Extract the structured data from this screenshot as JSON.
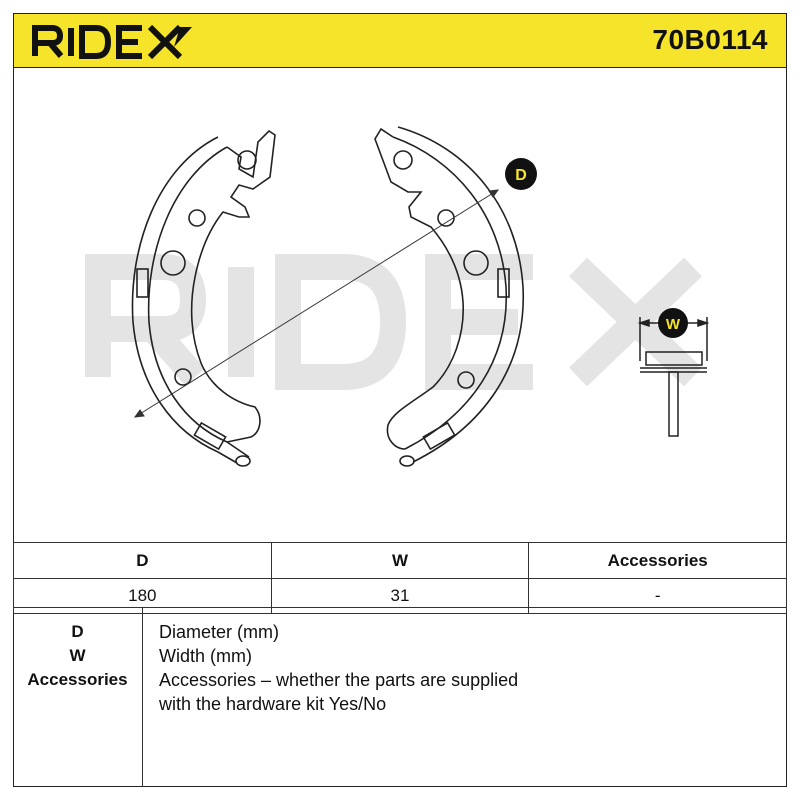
{
  "brand": {
    "logo_text": "RIDEX",
    "part_number": "70B0114",
    "accent_color": "#f5e42a"
  },
  "drawing": {
    "watermark": "RIDEX",
    "dimension_d": "D",
    "dimension_w": "W"
  },
  "spec_table": {
    "headers": [
      "D",
      "W",
      "Accessories"
    ],
    "values": [
      "180",
      "31",
      "-"
    ]
  },
  "legend": {
    "keys": [
      "D",
      "W",
      "Accessories"
    ],
    "descriptions": [
      "Diameter (mm)",
      "Width (mm)",
      "Accessories – whether the parts are supplied",
      "with the hardware kit Yes/No"
    ]
  }
}
